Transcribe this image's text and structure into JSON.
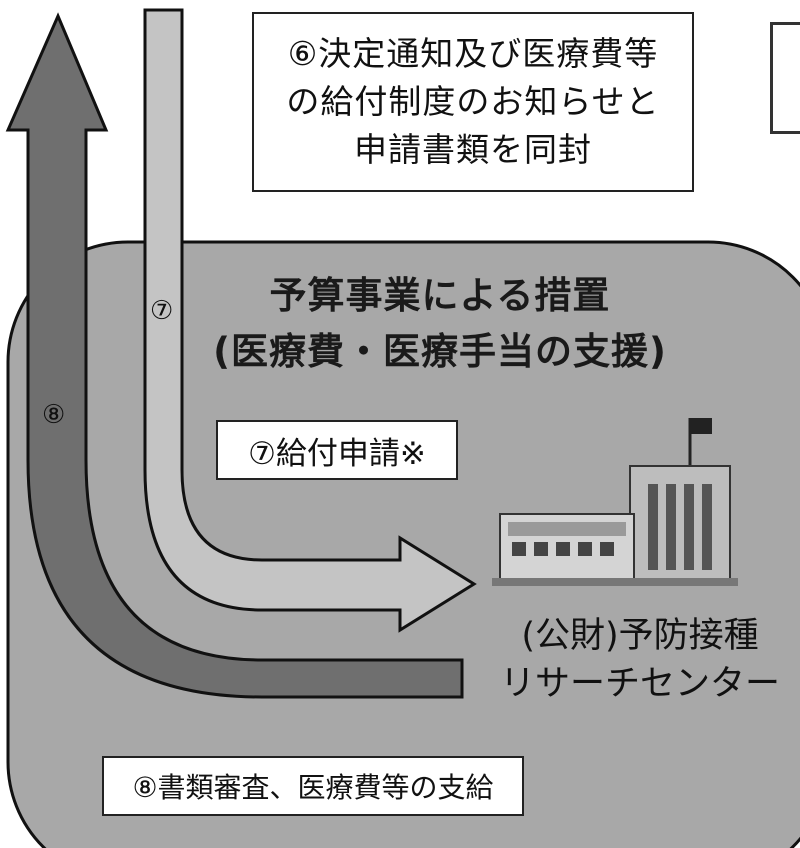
{
  "notice_box": {
    "lines": [
      "⑥決定通知及び医療費等",
      "の給付制度のお知らせと",
      "申請書類を同封"
    ]
  },
  "budget_measure": {
    "title": "予算事業による措置",
    "subtitle": "(医療費・医療手当の支援)"
  },
  "arrow_labels": {
    "step8_marker": "⑧",
    "step7_marker": "⑦"
  },
  "apply_box": {
    "text": "⑦給付申請※"
  },
  "organization": {
    "line1": "(公財)予防接種",
    "line2": "リサーチセンター"
  },
  "review_box": {
    "text": "⑧書類審査、医療費等の支給"
  },
  "colors": {
    "panel": "#a8a8a8",
    "arrow8": "#6f6f6f",
    "arrow7": "#c4c4c4",
    "building": "#9a9a9a"
  },
  "icons": [
    "building-icon",
    "flag-icon"
  ]
}
